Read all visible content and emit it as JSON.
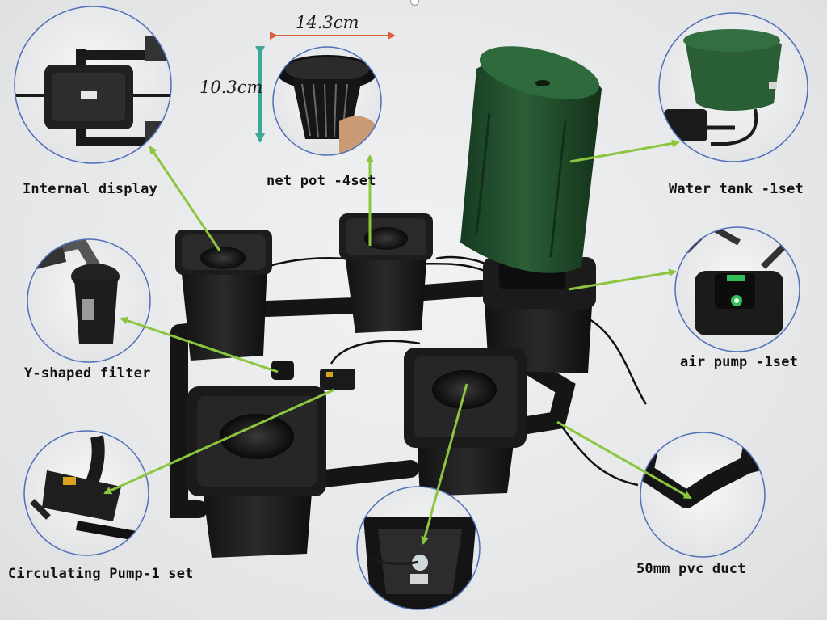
{
  "labels": {
    "internal_display": "Internal display",
    "net_pot": "net pot -4set",
    "water_tank": "Water tank -1set",
    "air_pump": "air pump -1set",
    "y_filter": "Y-shaped filter",
    "circulating_pump": "Circulating Pump-1 set",
    "pvc_duct": "50mm pvc duct"
  },
  "dimensions": {
    "width": "14.3cm",
    "height": "10.3cm"
  },
  "colors": {
    "pointer_arrow": "#8cc63f",
    "callout_circle": "#4f6fb8",
    "dimension_arrow_width": "#d9603a",
    "dimension_arrow_height": "#3fa79a",
    "tank_green": "#1f4a2a",
    "bucket_black": "#1c1c1c"
  }
}
